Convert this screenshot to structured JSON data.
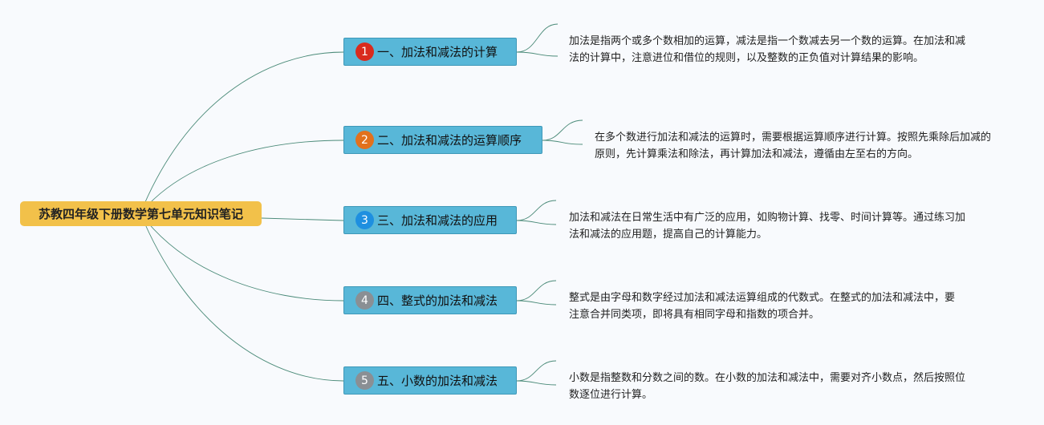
{
  "root": {
    "label": "苏教四年级下册数学第七单元知识笔记"
  },
  "branches": [
    {
      "number": "1",
      "label": "一、加法和减法的计算",
      "badge_color": "#d92b1e",
      "note": "加法是指两个或多个数相加的运算，减法是指一个数减去另一个数的运算。在加法和减法的计算中，注意进位和借位的规则，以及整数的正负值对计算结果的影响。"
    },
    {
      "number": "2",
      "label": "二、加法和减法的运算顺序",
      "badge_color": "#e2711d",
      "note": "在多个数进行加法和减法的运算时，需要根据运算顺序进行计算。按照先乘除后加减的原则，先计算乘法和除法，再计算加法和减法，遵循由左至右的方向。"
    },
    {
      "number": "3",
      "label": "三、加法和减法的应用",
      "badge_color": "#1e8fe0",
      "note": "加法和减法在日常生活中有广泛的应用，如购物计算、找零、时间计算等。通过练习加法和减法的应用题，提高自己的计算能力。"
    },
    {
      "number": "4",
      "label": "四、整式的加法和减法",
      "badge_color": "#8a8f94",
      "note": "整式是由字母和数字经过加法和减法运算组成的代数式。在整式的加法和减法中，要注意合并同类项，即将具有相同字母和指数的项合并。"
    },
    {
      "number": "5",
      "label": "五、小数的加法和减法",
      "badge_color": "#8a8f94",
      "note": "小数是指整数和分数之间的数。在小数的加法和减法中，需要对齐小数点，然后按照位数逐位进行计算。"
    }
  ],
  "colors": {
    "connector": "#4a8a78",
    "root": "#f2c14a",
    "branch": "#58b7d8"
  }
}
